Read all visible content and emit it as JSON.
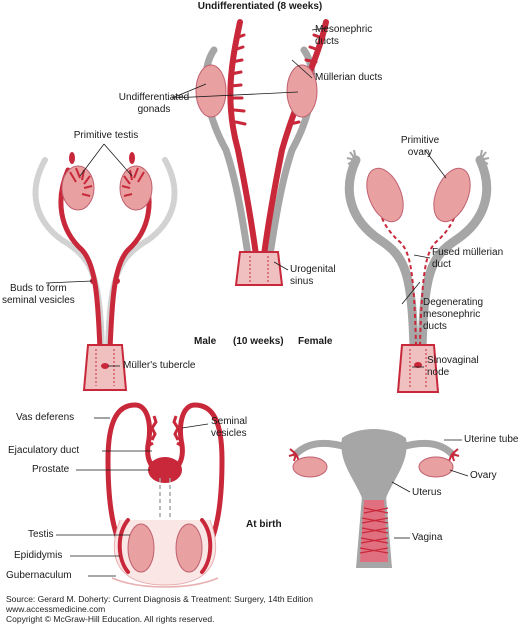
{
  "colors": {
    "duct_red": "#c8283a",
    "gonad_pink": "#e8a0a0",
    "gray_duct": "#a6a6a6",
    "light_gray": "#d2d2d2",
    "sinus_pink": "#f0c0c0"
  },
  "stages": {
    "undifferentiated": "Undifferentiated (8 weeks)",
    "male": "Male",
    "ten_weeks": "(10 weeks)",
    "female": "Female",
    "at_birth": "At birth"
  },
  "labels": {
    "mesonephric_1": "Mesonephric",
    "mesonephric_2": "ducts",
    "mullerian_ducts": "Müllerian ducts",
    "undiff_gonads_1": "Undifferentiated",
    "undiff_gonads_2": "gonads",
    "primitive_testis": "Primitive testis",
    "primitive_ovary_1": "Primitive",
    "primitive_ovary_2": "ovary",
    "urogenital_1": "Urogenital",
    "urogenital_2": "sinus",
    "buds_1": "Buds to form",
    "buds_2": "seminal vesicles",
    "fused_1": "Fused müllerian",
    "fused_2": "duct",
    "degenerating_1": "Degenerating",
    "degenerating_2": "mesonephric",
    "degenerating_3": "ducts",
    "mullers_tubercle": "Müller's tubercle",
    "sinovaginal_1": "Sinovaginal",
    "sinovaginal_2": "node",
    "vas_deferens": "Vas deferens",
    "seminal_1": "Seminal",
    "seminal_2": "vesicles",
    "ejaculatory_duct": "Ejaculatory duct",
    "prostate": "Prostate",
    "testis": "Testis",
    "epididymis": "Epididymis",
    "gubernaculum": "Gubernaculum",
    "uterine_tube": "Uterine tube",
    "ovary": "Ovary",
    "uterus": "Uterus",
    "vagina": "Vagina"
  },
  "source": {
    "line1": "Source: Gerard M. Doherty: Current Diagnosis & Treatment: Surgery, 14th Edition",
    "line2": "www.accessmedicine.com",
    "line3": "Copyright © McGraw-Hill Education. All rights reserved."
  }
}
